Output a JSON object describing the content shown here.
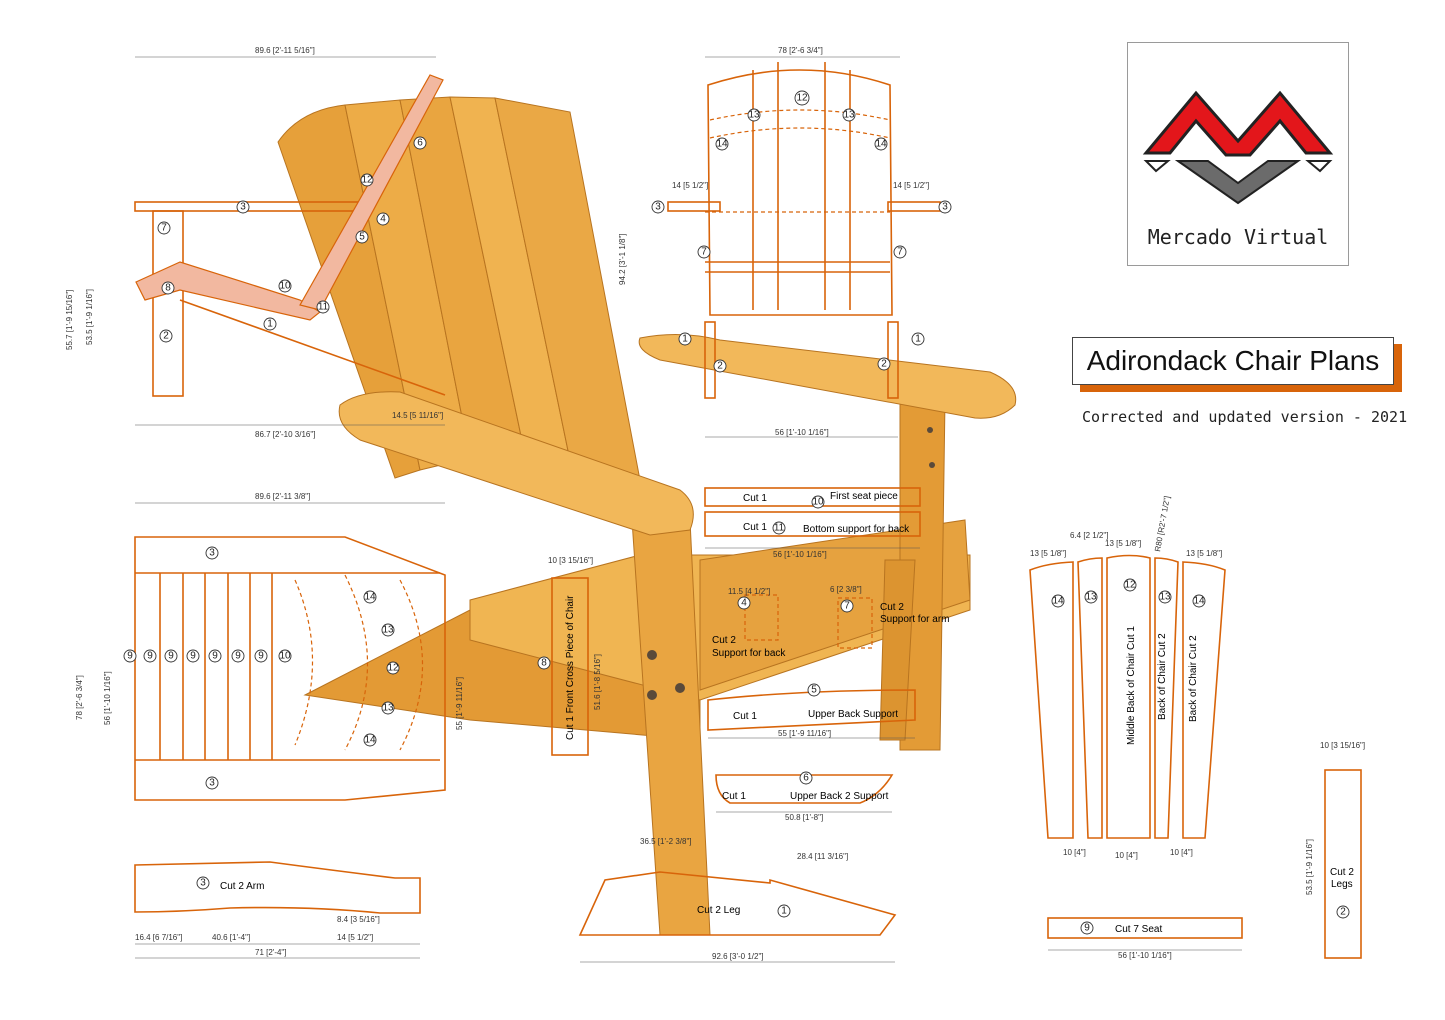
{
  "brand": {
    "name": "Mercado Virtual"
  },
  "title": "Adirondack Chair Plans",
  "subtitle": "Corrected and updated version - 2021",
  "dims": {
    "side_width": "89.6 [2'-11 5/16\"]",
    "front_width": "78 [2'-6 3/4\"]",
    "top_width": "89.6 [2'-11 3/8\"]",
    "arm_gap": "14.5 [5 11/16\"]",
    "side_base": "86.7 [2'-10 3/16\"]",
    "front_base": "56 [1'-10 1/16\"]",
    "front_h": "94.2 [3'-1 1/8\"]",
    "side_h": "55.7 [1'-9 15/16\"]",
    "side_h2": "53.5 [1'-9 1/16\"]",
    "top_h": "78 [2'-6 3/4\"]",
    "top_h2": "56 [1'-10 1/16\"]",
    "top_h3": "55 [1'-9 11/16\"]",
    "arm_13": "14 [5 1/2\"]",
    "arm_14": "14 [5 1/2\"]",
    "slat_13": "13 [5 1/8\"]",
    "slat_w": "13 [5 1/8\"]",
    "slat_13b": "13 [5 1/8\"]",
    "slat_64": "6.4 [2 1/2\"]",
    "slat_180": "R80 [R2'-7 1/2\"]",
    "slats_10a": "10 [4\"]",
    "slats_10b": "10 [4\"]",
    "slats_10c": "10 [4\"]",
    "seat_56": "56 [1'-10 1/16\"]",
    "leg_w": "10 [3 15/16\"]",
    "leg_h": "53.5 [1'-9 1/16\"]",
    "leg_total": "92.6 [3'-0 1/2\"]",
    "leg_365": "36.5 [1'-2 3/8\"]",
    "leg_284": "28.4 [11 3/16\"]",
    "arm_total": "71 [2'-4\"]",
    "arm_406": "40.6 [1'-4\"]",
    "arm_164": "16.4 [6 7/16\"]",
    "arm_14b": "14 [5 1/2\"]",
    "arm_84": "8.4 [3 5/16\"]",
    "back_508": "50.8 [1'-8\"]",
    "back_55": "55 [1'-9 11/16\"]",
    "cut_56": "56 [1'-10 1/16\"]",
    "front_cross": "51.6 [1'-8 5/16\"]",
    "cross_w": "10 [3 15/16\"]",
    "support_115": "11.5 [4 1/2\"]",
    "support_6": "6 [2 3/8\"]"
  },
  "cut_labels": {
    "cut1_first_seat": "Cut 1",
    "first_seat": "First seat piece",
    "cut1_bottom": "Cut 1",
    "bottom_support": "Bottom support for back",
    "front_cross": "Cut 1  Front Cross Piece of Chair",
    "support_back_cut": "Cut 2",
    "support_back": "Support for back",
    "support_arm_cut": "Cut 2",
    "support_arm": "Support for arm",
    "upper_back_cut": "Cut 1",
    "upper_back": "Upper Back Support",
    "upper_back2_cut": "Cut 1",
    "upper_back2": "Upper Back 2 Support",
    "middle_back": "Middle Back of Chair    Cut 1",
    "back_chair_13": "Back of Chair    Cut 2",
    "back_chair_14": "Back of Chair    Cut 2",
    "arm_cut": "Cut 2     Arm",
    "leg_cut": "Cut 2       Leg",
    "legs_cut": "Cut 2",
    "legs": "Legs",
    "seat_cut": "Cut 7  Seat"
  },
  "parts": {
    "p1": "1",
    "p2": "2",
    "p3": "3",
    "p4": "4",
    "p5": "5",
    "p6": "6",
    "p7": "7",
    "p8": "8",
    "p9": "9",
    "p10": "10",
    "p11": "11",
    "p12": "12",
    "p13": "13",
    "p14": "14"
  },
  "colors": {
    "accent": "#d8640a",
    "wood": "#e9a23e",
    "logo_red": "#e3161b",
    "logo_grey": "#6b6b6b"
  }
}
